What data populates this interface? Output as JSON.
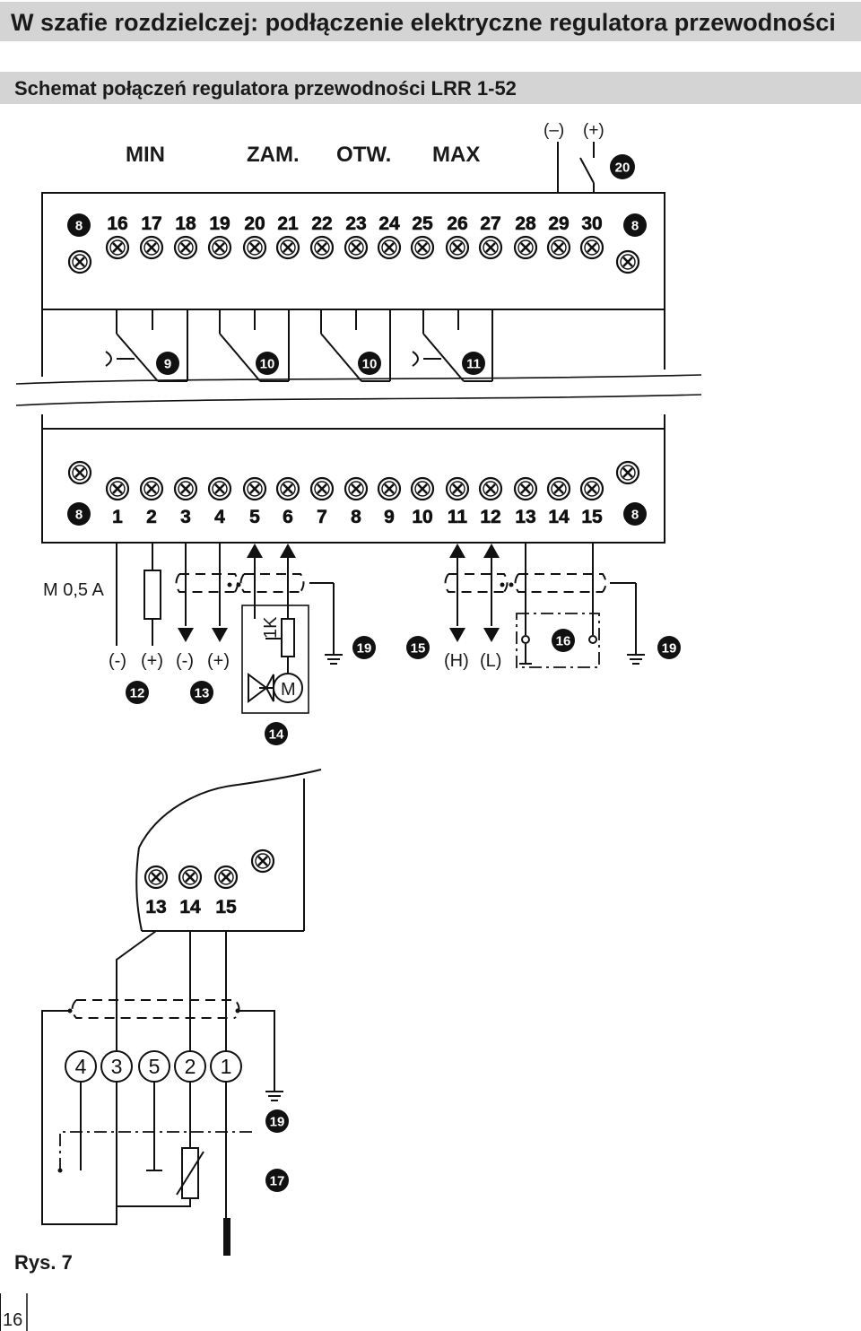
{
  "header": {
    "title": "W szafie rozdzielczej: podłączenie elektryczne regulatora przewodności",
    "subtitle": "Schemat połączeń regulatora przewodności LRR 1-52"
  },
  "modes": {
    "min": "MIN",
    "zam": "ZAM.",
    "otw": "OTW.",
    "max": "MAX"
  },
  "polarity_top": {
    "minus": "(–)",
    "plus": "(+)"
  },
  "top_terminals": [
    "16",
    "17",
    "18",
    "19",
    "20",
    "21",
    "22",
    "23",
    "24",
    "25",
    "26",
    "27",
    "28",
    "29",
    "30"
  ],
  "bottom_terminals": [
    "1",
    "2",
    "3",
    "4",
    "5",
    "6",
    "7",
    "8",
    "9",
    "10",
    "11",
    "12",
    "13",
    "14",
    "15"
  ],
  "lower_terminals": [
    "13",
    "14",
    "15"
  ],
  "badges": {
    "screw": "8",
    "relay_min": "9",
    "relay_zam": "10",
    "relay_otw": "10",
    "relay_max": "11",
    "signal_out": "12",
    "signal_in": "13",
    "actuator": "14",
    "bus": "15",
    "resistor_box": "16",
    "sensor": "17",
    "earth": "19",
    "supply": "20"
  },
  "labels": {
    "fuse": "M 0,5 A",
    "neg1": "(-)",
    "pos1": "(+)",
    "neg2": "(-)",
    "pos2": "(+)",
    "h": "(H)",
    "l": "(L)",
    "pot": "1K",
    "motor": "M"
  },
  "sensor_pins": [
    "4",
    "3",
    "5",
    "2",
    "1"
  ],
  "footer": {
    "figure": "Rys. 7",
    "page": "16"
  }
}
